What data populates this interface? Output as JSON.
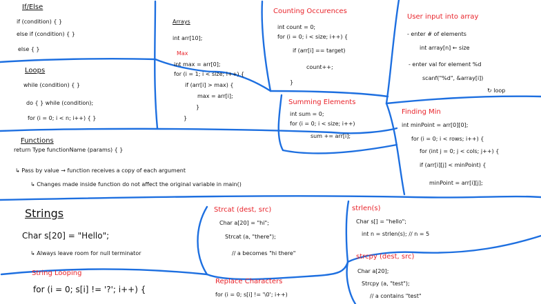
{
  "ifelse": {
    "title": "If/Else",
    "lines": [
      "if (condition) { }",
      "else if (condition) { }",
      "else { }"
    ]
  },
  "loops": {
    "title": "Loops",
    "lines": [
      "while (condition) { }",
      "do  { } while (condition);",
      "for (i = 0; i < n; i++) { }"
    ]
  },
  "arrays": {
    "title": "Arrays",
    "decl": "int  arr[10];",
    "max_title": "Max",
    "max_lines": [
      "int  max = arr[0];",
      "for (i = 1; i < size; i++) {",
      "if (arr[i] > max) {",
      "max = arr[i];",
      "}",
      "}"
    ]
  },
  "counting": {
    "title": "Counting Occurences",
    "lines": [
      "int count = 0;",
      "for (i = 0; i < size; i++) {",
      "if (arr[i] == target)",
      "count++;",
      "}"
    ]
  },
  "user_input": {
    "title": "User input into array",
    "lines": [
      "- enter # of elements",
      "int array[n] ← size",
      "- enter val for element %d",
      "scanf(\"%d\", &array[i])",
      "↻ loop"
    ]
  },
  "summing": {
    "title": "Summing Elements",
    "lines": [
      "int sum = 0;",
      "for (i = 0; i < size; i++)",
      "sum += arr[i];"
    ]
  },
  "finding_min": {
    "title": "Finding Min",
    "lines": [
      "int minPoint = arr[0][0];",
      "for (i = 0; i < rows; i++) {",
      "for (int j = 0; j < cols; j++) {",
      "if (arr[i][j] < minPoint) {",
      "minPoint = arr[i][j];"
    ]
  },
  "functions": {
    "title": "Functions",
    "sig": "return Type  functionName (params) { }",
    "note1": "↳ Pass by value → function receives a copy of each argument",
    "note2": "↳ Changes made inside function do not affect the original variable in main()"
  },
  "strings": {
    "title": "Strings",
    "decl": "Char  s[20] = \"Hello\";",
    "note": "↳ Always leave room for null terminator"
  },
  "strcat": {
    "title": "Strcat (dest, src)",
    "lines": [
      "Char a[20] = \"hi\";",
      "Strcat (a, \"there\");",
      "// a becomes \"hi there\""
    ]
  },
  "strlen": {
    "title": "strlen(s)",
    "lines": [
      "Char s[] = \"hello\";",
      "int n = strlen(s);  // n = 5"
    ]
  },
  "string_looping": {
    "title": "String Looping",
    "line": "for (i = 0;  s[i] != '?';  i++) {"
  },
  "replace": {
    "title": "Replace Characters",
    "line": "for (i = 0;  s[i] != '\\0';  i++)"
  },
  "strcpy": {
    "title": "strcpy (dest, src)",
    "lines": [
      "Char a[20];",
      "Strcpy (a, \"test\");",
      "// a contains \"test\""
    ]
  },
  "colors": {
    "ink": "#111111",
    "accent": "#e8232a",
    "dividers": "#1d6fe0"
  }
}
